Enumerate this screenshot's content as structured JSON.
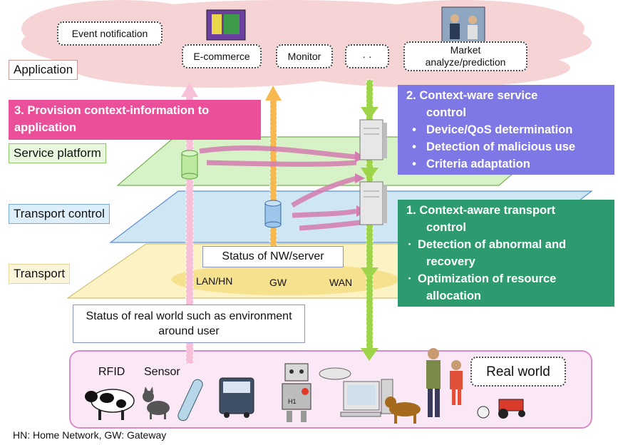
{
  "colors": {
    "cloud": "#f6d4d6",
    "service_plane": "#d8f2c8",
    "transport_control_plane": "#cfe6f5",
    "transport_plane": "#fbf3c4",
    "real_world_fill": "#fbe8f6",
    "real_world_border": "#d88ccc",
    "provision_panel": "#ec4f9a",
    "service_control_panel": "#7d78e6",
    "transport_control_panel": "#2e9a6f",
    "up_arrow_pink": "#f7bfd8",
    "up_arrow_orange": "#f8b850",
    "down_arrow_green": "#9ed44a"
  },
  "layers": {
    "application": "Application",
    "service_platform": "Service platform",
    "transport_control": "Transport control",
    "transport": "Transport"
  },
  "cloud_items": {
    "event_notification": "Event notification",
    "ecommerce": "E-commerce",
    "monitor": "Monitor",
    "ellipsis": "· ·",
    "market": "Market analyze/prediction"
  },
  "panels": {
    "provision": {
      "lines": [
        "3. Provision context-information to",
        "application"
      ]
    },
    "service_control": {
      "title_lines": [
        "2.  Context-ware service",
        "control"
      ],
      "bullets": [
        "Device/QoS determination",
        "Detection of malicious use",
        "Criteria adaptation"
      ]
    },
    "transport_control": {
      "title_lines": [
        "1.  Context-aware transport",
        "control"
      ],
      "bullets": [
        [
          "Detection of abnormal and",
          "recovery"
        ],
        [
          "Optimization of resource",
          "allocation"
        ]
      ]
    }
  },
  "status_nw": "Status of NW/server",
  "transport_segments": [
    "LAN/HN",
    "GW",
    "WAN"
  ],
  "status_real_world": "Status of real world such as environment around user",
  "real_world": {
    "title": "Real world",
    "rfid": "RFID",
    "sensor": "Sensor",
    "robot_tag": "H1"
  },
  "footnote": "HN: Home Network, GW: Gateway"
}
